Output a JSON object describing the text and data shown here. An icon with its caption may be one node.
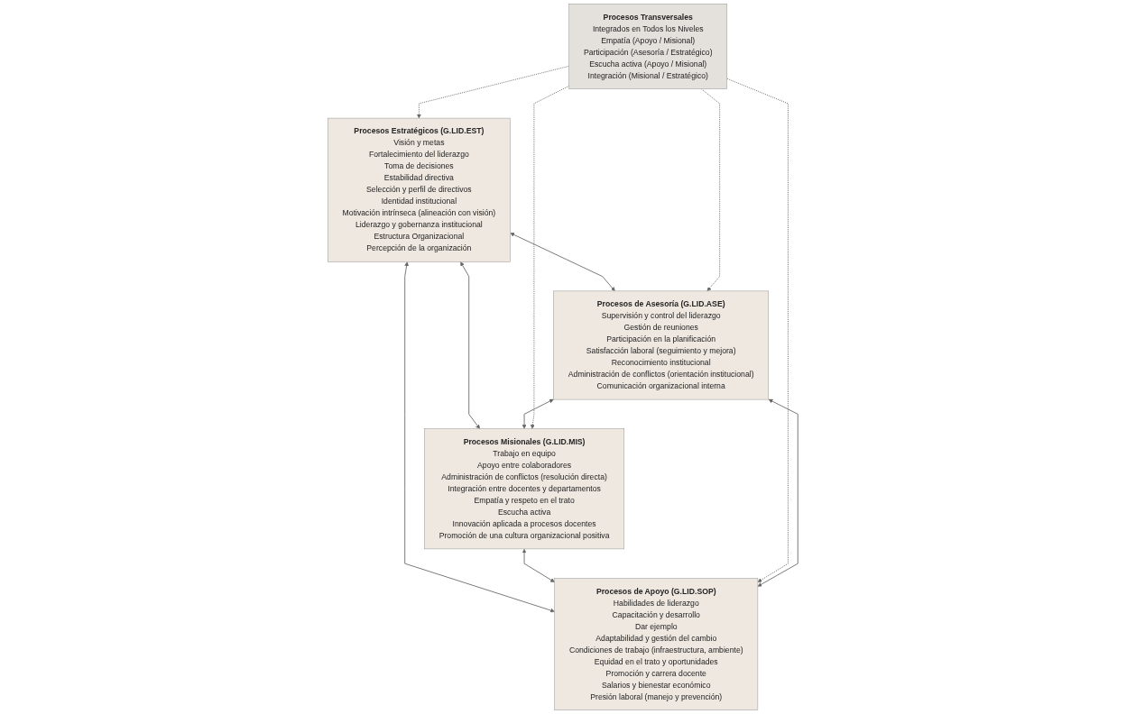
{
  "diagram": {
    "nodes": [
      {
        "text": [
          "Procesos Estratégicos (G.LID.EST)",
          "Visión y metas",
          "Fortalecimiento del liderazgo",
          "Toma de decisiones",
          "Estabilidad directiva",
          "Selección y perfil de directivos",
          "Identidad institucional",
          "Motivación intrínseca (alineación con visión)",
          "Liderazgo y gobernanza institucional",
          "Estructura Organizacional",
          "Percepción de la organización"
        ]
      },
      {
        "text": [
          "Procesos de Asesoría (G.LID.ASE)",
          "Supervisión y control del liderazgo",
          "Gestión de reuniones",
          "Participación en la planificación",
          "Satisfacción laboral (seguimiento y mejora)",
          "Reconocimiento institucional",
          "Administración de conflictos (orientación institucional)",
          "Comunicación organizacional interna"
        ]
      },
      {
        "text": [
          "Procesos Misionales (G.LID.MIS)",
          "Trabajo en equipo",
          "Apoyo entre colaboradores",
          "Administración de conflictos (resolución directa)",
          "Integración entre docentes y departamentos",
          "Empatía y respeto en el trato",
          "Escucha activa",
          "Innovación aplicada a procesos docentes",
          "Promoción de una cultura organizacional positiva"
        ]
      },
      {
        "text": [
          "Procesos de Apoyo (G.LID.SOP)",
          "Habilidades de liderazgo",
          "Capacitación y desarrollo",
          "Dar ejemplo",
          "Adaptabilidad y gestión del cambio",
          "Condiciones de trabajo (infraestructura, ambiente)",
          "Equidad en el trato y oportunidades",
          "Promoción y carrera docente",
          "Salarios y bienestar económico",
          "Presión laboral (manejo y prevención)"
        ]
      },
      {
        "text": [
          "Procesos Transversales",
          "Integrados en Todos los Niveles",
          "Empatía (Apoyo / Misional)",
          "Participación (Asesoría / Estratégico)",
          "Escucha activa (Apoyo / Misional)",
          "Integración (Misional / Estratégico)"
        ]
      }
    ],
    "edges": [
      {
        "from": 0,
        "to": 1,
        "arrow": "both"
      },
      {
        "from": 0,
        "to": 2,
        "arrow": "both"
      },
      {
        "from": 0,
        "to": 3,
        "arrow": "both"
      },
      {
        "from": 1,
        "to": 2,
        "arrow": "both"
      },
      {
        "from": 2,
        "to": 3,
        "arrow": "both"
      },
      {
        "from": 4,
        "to": 0,
        "arrow": "to",
        "style": "dashed"
      },
      {
        "from": 4,
        "to": 2,
        "arrow": "to",
        "style": "dashed"
      },
      {
        "from": 4,
        "to": 1,
        "arrow": "to",
        "style": "dashed"
      },
      {
        "from": 4,
        "to": 3,
        "arrow": "to",
        "style": "dashed"
      },
      {
        "from": 1,
        "to": 3,
        "arrow": "both"
      }
    ]
  }
}
